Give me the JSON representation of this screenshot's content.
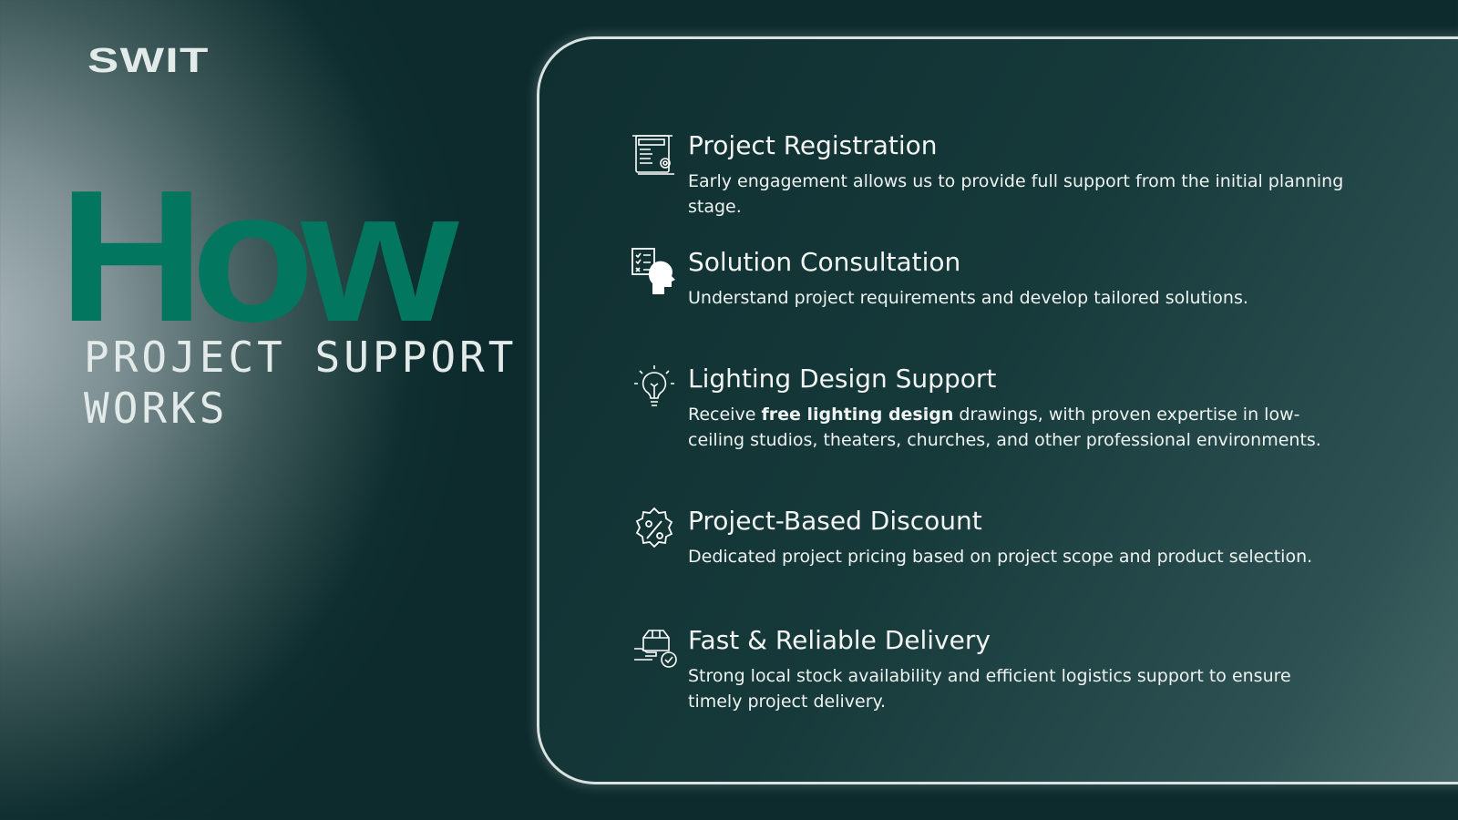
{
  "logo": "SWIT",
  "headline": {
    "big": "How",
    "line1": "PROJECT SUPPORT",
    "line2": "WORKS"
  },
  "items": [
    {
      "icon": "project-document-gear-icon",
      "title": "Project Registration",
      "desc": "Early engagement allows us to provide full support from the initial planning stage."
    },
    {
      "icon": "checklist-consultant-icon",
      "title": "Solution Consultation",
      "desc": "Understand project requirements and develop tailored solutions."
    },
    {
      "icon": "lightbulb-icon",
      "title": "Lighting Design Support",
      "desc_pre": "Receive ",
      "desc_bold": "free lighting design",
      "desc_post": " drawings, with proven expertise in low-ceiling studios, theaters, churches, and other professional environments."
    },
    {
      "icon": "percent-badge-icon",
      "title": "Project-Based Discount",
      "desc": "Dedicated project pricing based on project scope and product selection."
    },
    {
      "icon": "delivery-box-check-icon",
      "title": "Fast & Reliable Delivery",
      "desc": "Strong local stock availability and efficient logistics support to ensure timely project delivery."
    }
  ],
  "colors": {
    "accent": "#03765f",
    "background": "#0d2b2d"
  }
}
